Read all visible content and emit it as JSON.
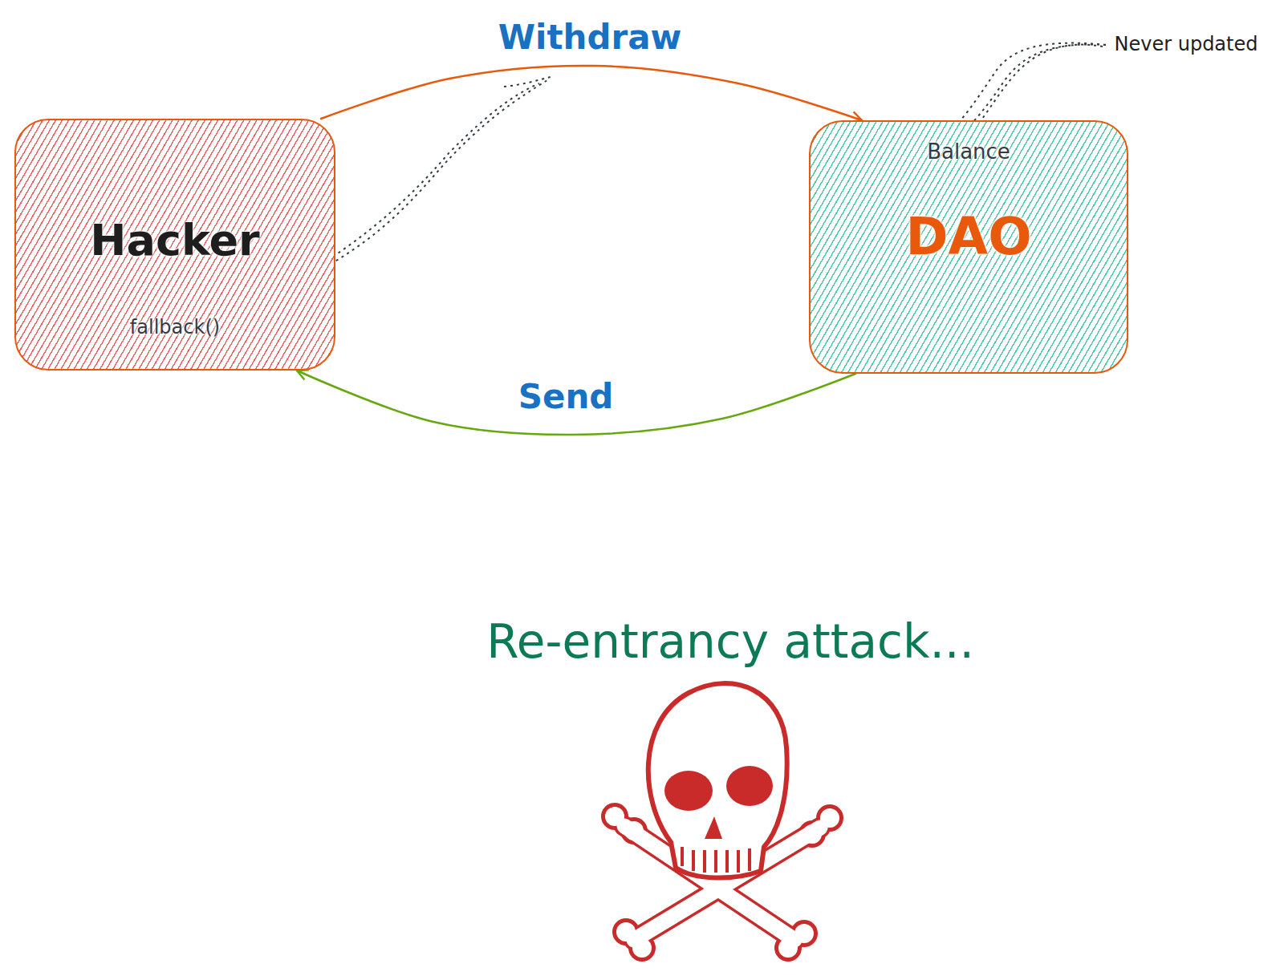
{
  "diagram": {
    "nodes": [
      {
        "text": [
          "Hacker",
          "fallback()"
        ]
      },
      {
        "text": [
          "Balance",
          "DAO"
        ]
      }
    ],
    "edges": [
      {
        "from": 0,
        "to": 1,
        "arrow": "to",
        "label": "Withdraw"
      },
      {
        "from": 1,
        "to": 0,
        "arrow": "to",
        "label": "Send"
      }
    ],
    "labels": [
      "Never updated",
      "Re-entrancy attack..."
    ]
  }
}
